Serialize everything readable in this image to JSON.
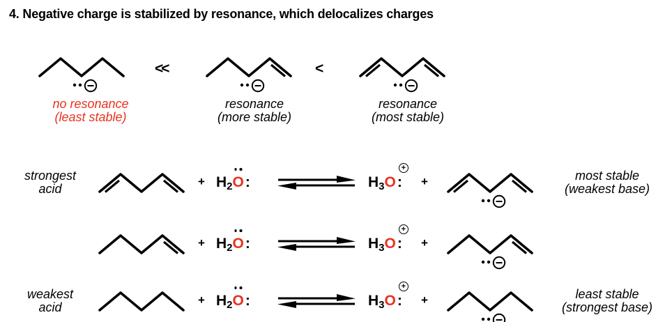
{
  "title": "4. Negative charge is stabilized by resonance, which delocalizes charges",
  "colors": {
    "accent_red": "#ea3220",
    "ink": "#000000"
  },
  "comparison": {
    "operators": [
      "<<",
      "<"
    ],
    "items": [
      {
        "structure": "pentyl-anion",
        "caption_line1": "no resonance",
        "caption_line2": "(least stable)",
        "emphasis": "red"
      },
      {
        "structure": "pentenyl-anion",
        "caption_line1": "resonance",
        "caption_line2": "(more stable)",
        "emphasis": "black"
      },
      {
        "structure": "pentadienyl-anion",
        "caption_line1": "resonance",
        "caption_line2": "(most stable)",
        "emphasis": "black"
      }
    ]
  },
  "formulas": {
    "plus_sign": "+",
    "h2o": {
      "h": "H",
      "subscript": "2",
      "o": "O",
      "lone_pair_colon": ":"
    },
    "h3o": {
      "h": "H",
      "subscript": "3",
      "o": "O",
      "lone_pair_colon": ":",
      "charge_sign": "+"
    }
  },
  "reactions": [
    {
      "left_caption_line1": "strongest",
      "left_caption_line2": "acid",
      "reactant_structure": "penta-1,4-diene",
      "product_structure": "pentadienyl-anion",
      "right_caption_line1": "most stable",
      "right_caption_line2": "(weakest base)"
    },
    {
      "reactant_structure": "pent-1-ene",
      "product_structure": "pentenyl-anion"
    },
    {
      "left_caption_line1": "weakest",
      "left_caption_line2": "acid",
      "reactant_structure": "pentane",
      "product_structure": "pentyl-anion",
      "right_caption_line1": "least stable",
      "right_caption_line2": "(strongest base)"
    }
  ]
}
